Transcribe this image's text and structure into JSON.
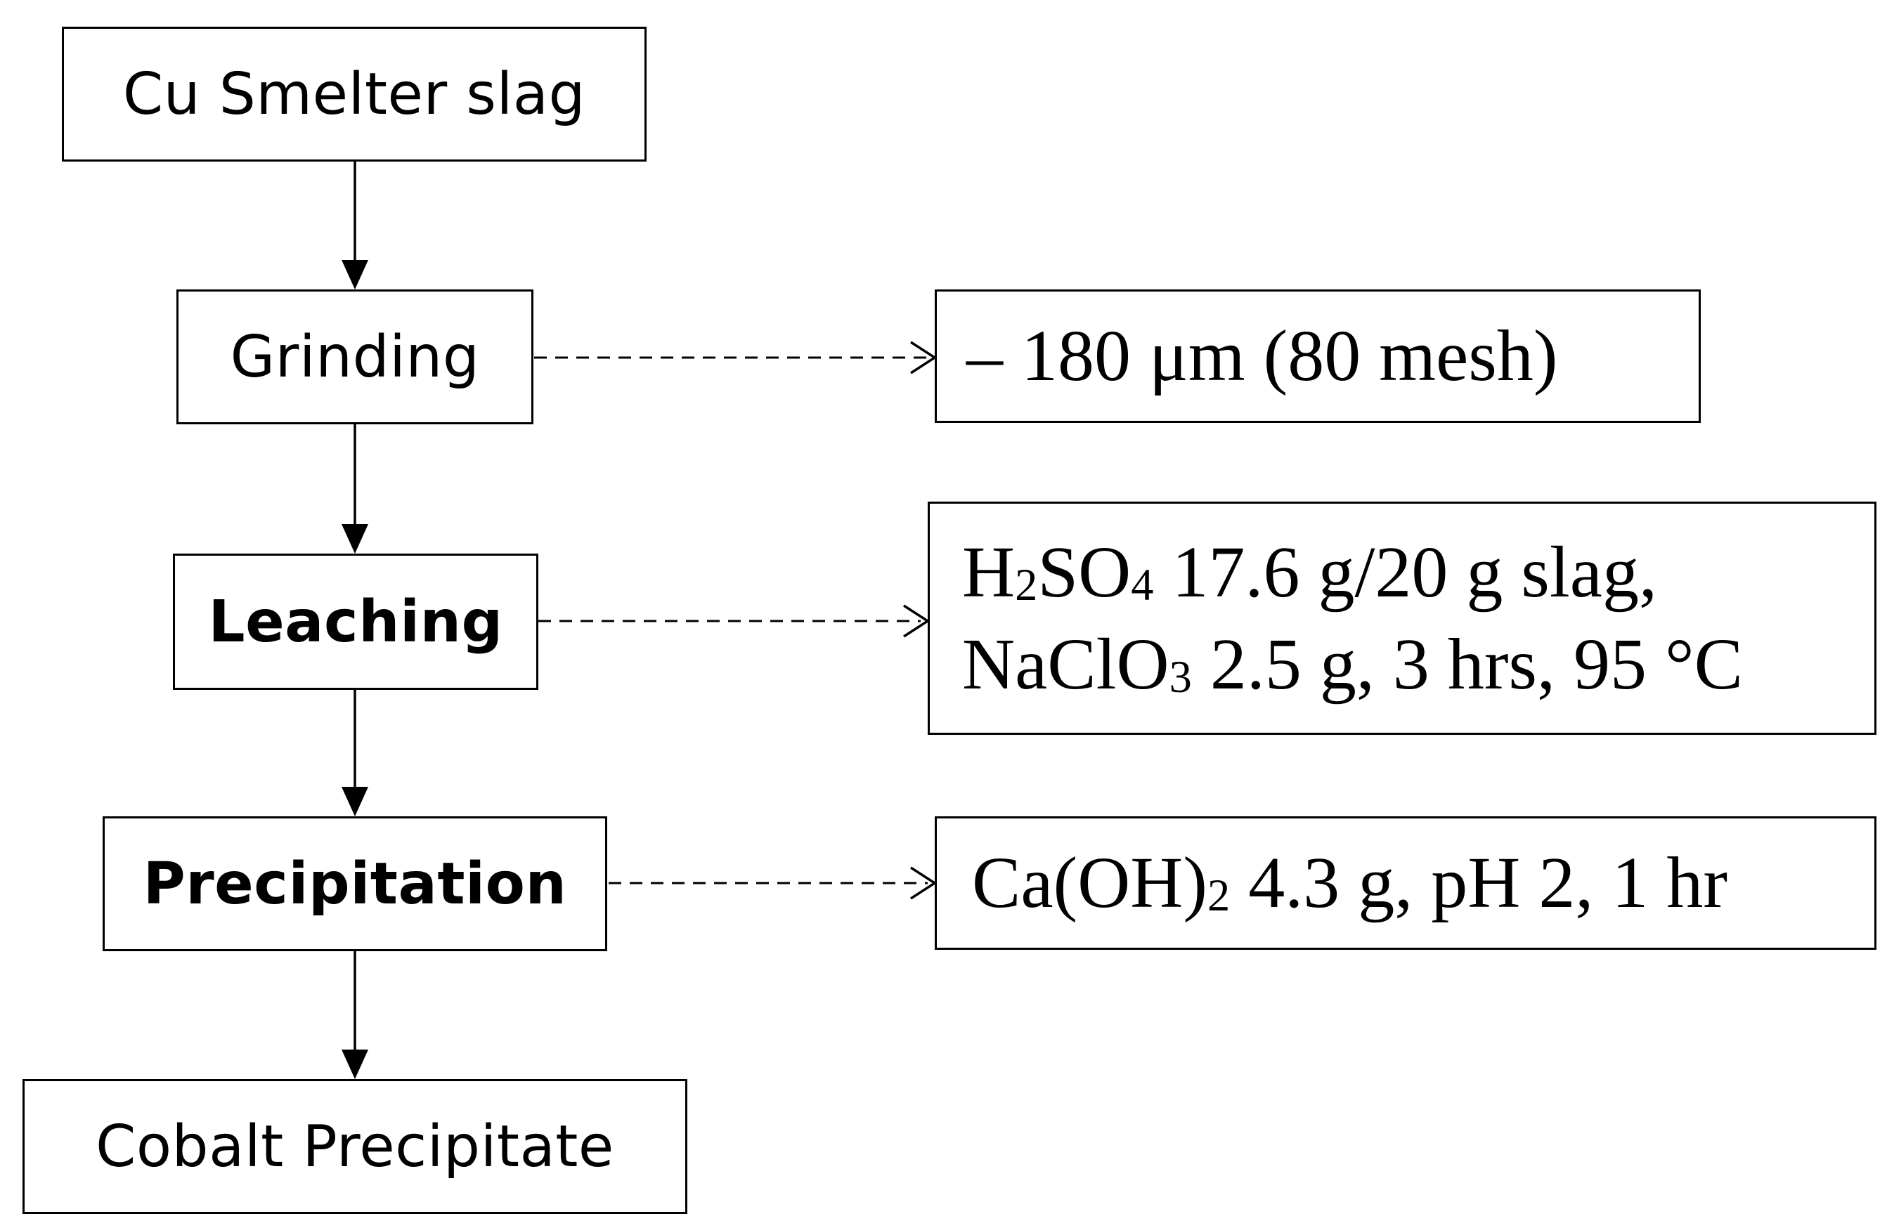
{
  "process_steps": [
    {
      "label": "Cu Smelter slag",
      "bold": false
    },
    {
      "label": "Grinding",
      "bold": false
    },
    {
      "label": "Leaching",
      "bold": true
    },
    {
      "label": "Precipitation",
      "bold": true
    },
    {
      "label": "Cobalt Precipitate",
      "bold": false
    }
  ],
  "conditions": {
    "grinding": {
      "text": "– 180 μm (80 mesh)"
    },
    "leaching": {
      "line1_reagent_a": "H",
      "line1_reagent_sub_a": "2",
      "line1_reagent_b": "SO",
      "line1_reagent_sub_b": "4",
      "line1_rest": " 17.6 g/20 g slag,",
      "line2_reagent": "NaClO",
      "line2_reagent_sub": "3",
      "line2_rest": " 2.5 g, 3 hrs, 95 °C"
    },
    "precipitation": {
      "reagent": "Ca(OH)",
      "reagent_sub": "2",
      "rest": " 4.3 g, pH 2, 1 hr"
    }
  },
  "colors": {
    "stroke": "#000000",
    "background": "#ffffff"
  }
}
